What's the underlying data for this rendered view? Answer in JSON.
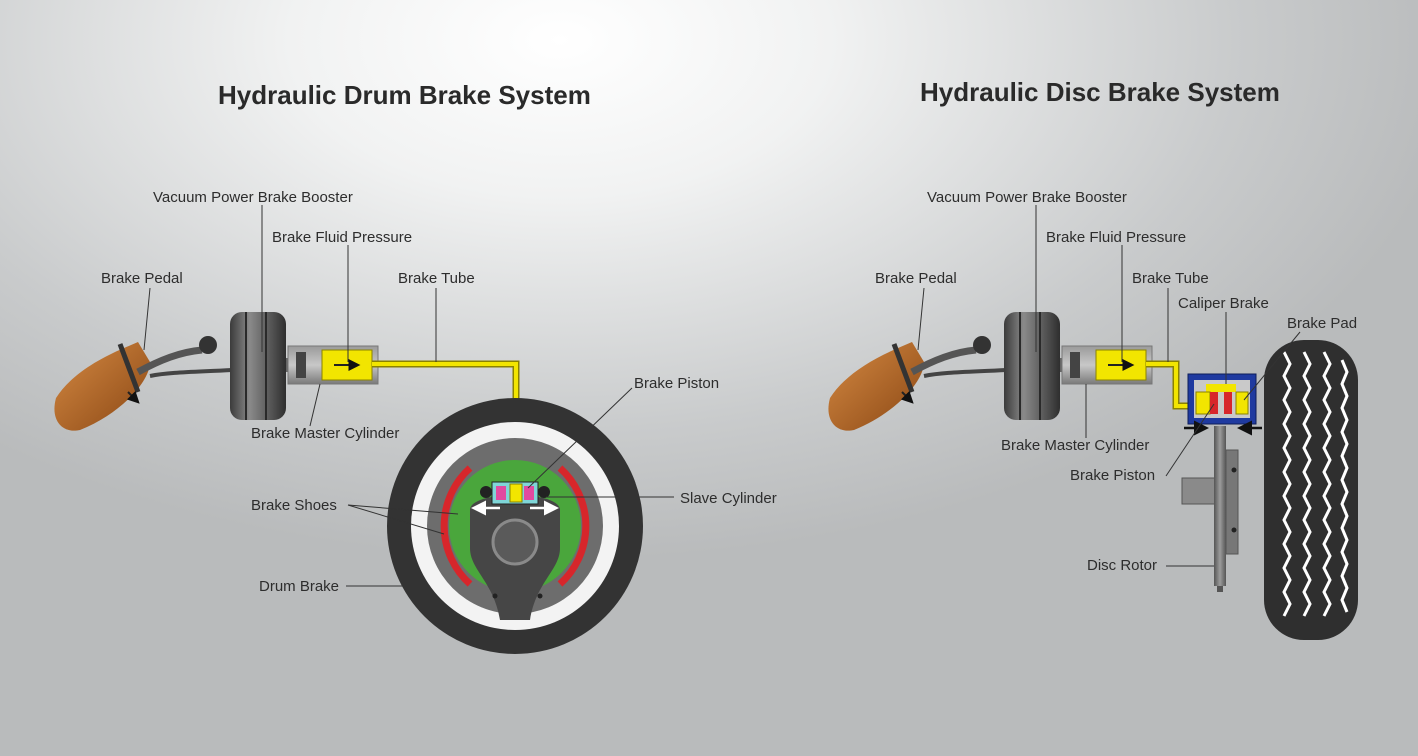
{
  "drum": {
    "title": "Hydraulic Drum Brake System",
    "labels": {
      "vacuum_booster": "Vacuum Power Brake Booster",
      "fluid_pressure": "Brake Fluid Pressure",
      "brake_pedal": "Brake Pedal",
      "brake_tube": "Brake Tube",
      "master_cylinder": "Brake Master Cylinder",
      "brake_piston": "Brake Piston",
      "slave_cylinder": "Slave Cylinder",
      "brake_shoes": "Brake Shoes",
      "drum_brake": "Drum Brake"
    }
  },
  "disc": {
    "title": "Hydraulic Disc Brake System",
    "labels": {
      "vacuum_booster": "Vacuum Power Brake Booster",
      "fluid_pressure": "Brake Fluid Pressure",
      "brake_pedal": "Brake Pedal",
      "brake_tube": "Brake Tube",
      "caliper_brake": "Caliper Brake",
      "brake_pad": "Brake Pad",
      "master_cylinder": "Brake Master Cylinder",
      "brake_piston": "Brake Piston",
      "disc_rotor": "Disc Rotor"
    }
  },
  "colors": {
    "fluid": "#f2e500",
    "shoe_lining": "#d7262b",
    "shoe_face": "#3aae3c",
    "caliper": "#1f3aa0",
    "pedal_pad": "#b35e1f",
    "tire": "#2f2f2f",
    "metal": "#6e6e6e"
  }
}
